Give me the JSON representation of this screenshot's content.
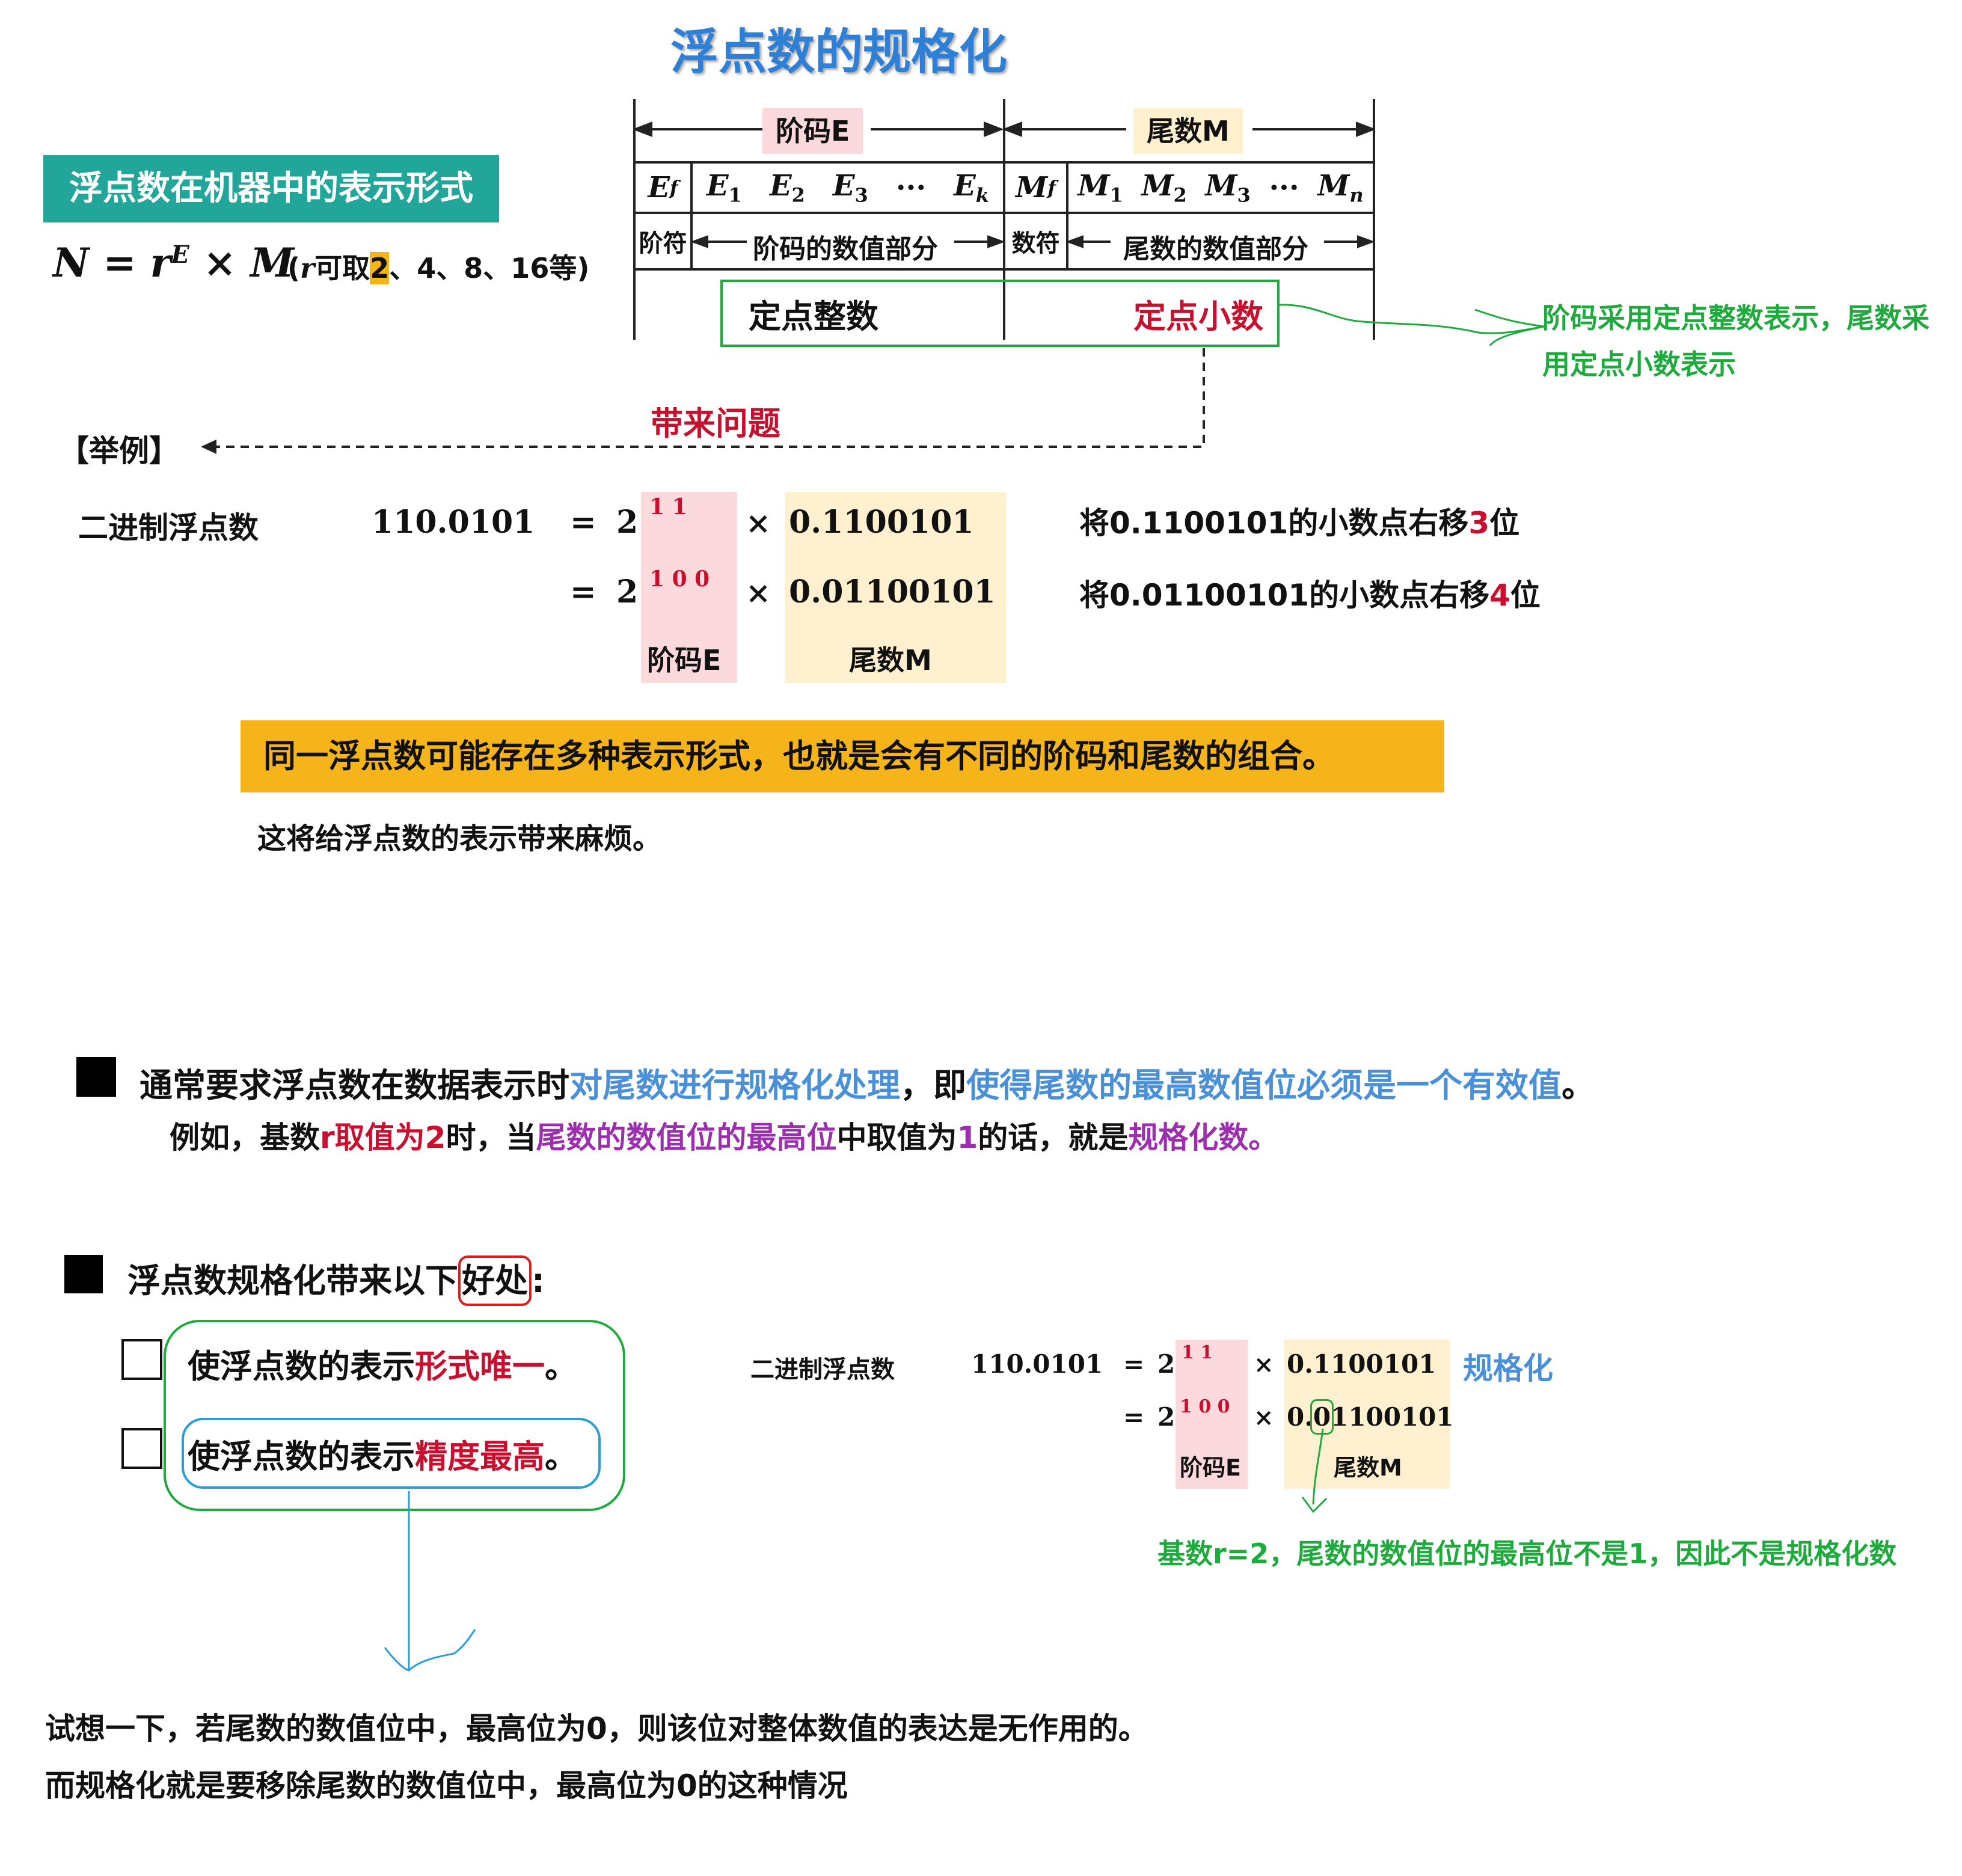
{
  "title": "浮点数的规格化",
  "section_label": "浮点数在机器中的表示形式",
  "formula": {
    "N": "N",
    "eq": "=",
    "r": "r",
    "E": "E",
    "times": "×",
    "M": "M",
    "note_open": "(",
    "note_r": "r",
    "note_take": "可取",
    "note_2": "2",
    "note_rest": "、4、8、16等)"
  },
  "format_table": {
    "top_left": "阶码E",
    "top_right": "尾数M",
    "ef": "E",
    "ef_sub": "f",
    "exp_bits": [
      {
        "base": "E",
        "sub": "1"
      },
      {
        "base": "E",
        "sub": "2"
      },
      {
        "base": "E",
        "sub": "3"
      },
      {
        "base": "···",
        "sub": ""
      },
      {
        "base": "E",
        "sub": "k"
      }
    ],
    "mf": "M",
    "mf_sub": "f",
    "man_bits": [
      {
        "base": "M",
        "sub": "1"
      },
      {
        "base": "M",
        "sub": "2"
      },
      {
        "base": "M",
        "sub": "3"
      },
      {
        "base": "···",
        "sub": ""
      },
      {
        "base": "M",
        "sub": "n"
      }
    ],
    "row3_exp_sign": "阶符",
    "row3_exp_value": "阶码的数值部分",
    "row3_man_sign": "数符",
    "row3_man_value": "尾数的数值部分",
    "int_label": "定点整数",
    "frac_label": "定点小数"
  },
  "side_note": [
    "阶码采用定点整数表示，尾数采",
    "用定点小数表示"
  ],
  "problem_label": "带来问题",
  "example_label": "【举例】",
  "example": {
    "label": "二进制浮点数",
    "number": "110.0101",
    "eq": "=",
    "base": "2",
    "times": "×",
    "exp1": "1 1",
    "man1": "0.1100101",
    "exp2": "1 0 0",
    "man2": "0.01100101",
    "exp_caption": "阶码E",
    "man_caption": "尾数M",
    "note1_prefix": "将0.1100101的小数点右移",
    "note1_num": "3",
    "note1_suffix": "位",
    "note2_prefix": "将0.01100101的小数点右移",
    "note2_num": "4",
    "note2_suffix": "位"
  },
  "highlight_text": "同一浮点数可能存在多种表示形式，也就是会有不同的阶码和尾数的组合。",
  "trouble_text": "这将给浮点数的表示带来麻烦。",
  "normalize": {
    "line1_a": "通常要求浮点数在数据表示时",
    "line1_b": "对尾数进行规格化处理",
    "line1_c": "，即",
    "line1_d": "使得尾数的最高数值位必须是一个有效值",
    "line1_e": "。",
    "line2_a": "例如，基数",
    "line2_b": "r取值为2",
    "line2_c": "时，当",
    "line2_d": "尾数的数值位的最高位",
    "line2_e": "中取值为",
    "line2_f": "1",
    "line2_g": "的话，就是",
    "line2_h": "规格化数",
    "line2_i": "。"
  },
  "benefits": {
    "heading_a": "浮点数规格化带来以下",
    "heading_b": "好处",
    "heading_c": ":",
    "item1_a": "使浮点数的表示",
    "item1_b": "形式唯一",
    "item1_c": "。",
    "item2_a": "使浮点数的表示",
    "item2_b": "精度最高",
    "item2_c": "。"
  },
  "small_example": {
    "label": "二进制浮点数",
    "number": "110.0101",
    "eq": "=",
    "base": "2",
    "times": "×",
    "exp1": "1 1",
    "man1": "0.1100101",
    "exp2": "1 0 0",
    "man2_a": "0.",
    "man2_b": "0",
    "man2_c": "1100101",
    "exp_caption": "阶码E",
    "man_caption": "尾数M",
    "tag": "规格化",
    "note": "基数r=2，尾数的数值位的最高位不是1，因此不是规格化数"
  },
  "conclusion": [
    "试想一下，若尾数的数值位中，最高位为0，则该位对整体数值的表达是无作用的。",
    "而规格化就是要移除尾数的数值位中，最高位为0的这种情况"
  ],
  "colors": {
    "title": "#2e7fd6",
    "section_bg": "#22a69a",
    "highlight_bg": "#f4b41a",
    "red": "#c8102e",
    "blue": "#4a90d9",
    "purple": "#9b2fae",
    "green": "#1eaa3c",
    "pink": "#fbd9dc",
    "cream": "#fff0cf"
  }
}
